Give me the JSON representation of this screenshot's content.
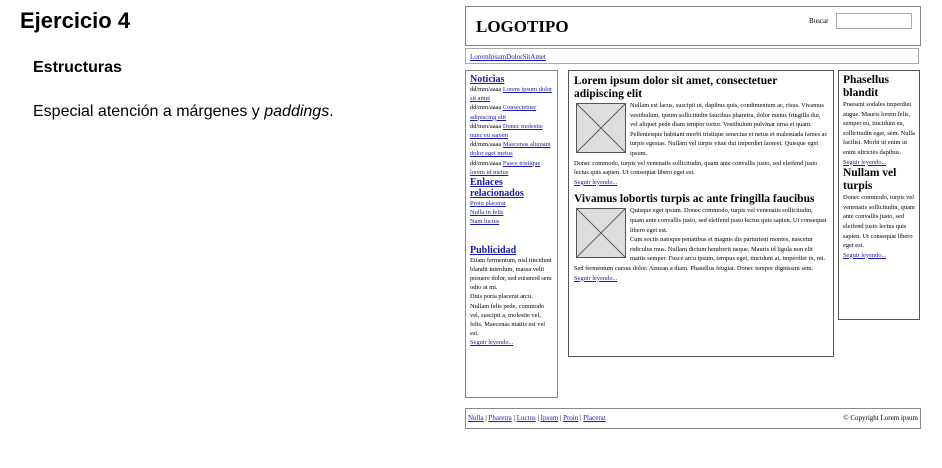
{
  "document": {
    "title": "Ejercicio 4",
    "subtitle": "Estructuras",
    "note_prefix": "Especial atención a márgenes y ",
    "note_emph": "paddings",
    "note_suffix": "."
  },
  "site": {
    "logo": "LOGOTIPO",
    "search": {
      "label": "Buscar",
      "value": ""
    },
    "nav_link": "LoremIpsumDolorSitAmet",
    "sidebar": {
      "news_heading": "Noticias",
      "news": [
        {
          "date": "dd/mm/aaaa",
          "link": "Lorem ipsum dolor sit amet"
        },
        {
          "date": "dd/mm/aaaa",
          "link": "Consectetuer adipiscing elit"
        },
        {
          "date": "dd/mm/aaaa",
          "link": "Donec molestie nunc eu sapien"
        },
        {
          "date": "dd/mm/aaaa",
          "link": "Maecenas aliquam dolor eget metus"
        },
        {
          "date": "dd/mm/aaaa",
          "link": "Fusce tristique lorem id metus"
        }
      ],
      "related_heading": "Enlaces relacionados",
      "related": [
        "Proin placerat",
        "Nulla in felis",
        "Nam luctus"
      ],
      "ad_heading": "Publicidad",
      "ad_text": "Etiam fermentum, nisl tincidunt blandit interdum, massa velit posuere dolor, sed euismod sem odio at mi.",
      "ad_text2": "Duis porta placerat arcu. Nullam felis pede, commodo vel, suscipit a, molestie vel, felis. Maecenas mattis est vel est.",
      "ad_link": "Seguir leyendo..."
    },
    "articles": [
      {
        "title": "Lorem ipsum dolor sit amet, consectetuer adipiscing elit",
        "p1": "Nullam est lacus, suscipit ut, dapibus quis, condimentum ac, risus. Vivamus vestibulum, ipsum sollicitudin faucibus pharetra, dolor metus fringilla dui, vel aliquet pede diam tempor tortor. Vestibulum pulvinar urna et quam. Pellentesque habitant morbi tristique senectus et netus et malesuada fames ac turpis egestas. Nullam vel turpis vitae dui imperdiet laoreet. Quisque eget ipsum.",
        "p2": "Donec commodo, turpis vel venenatis sollicitudin, quam ante convallis justo, sed eleifend justo lectus quis sapien. Ut consequat libero eget est.",
        "link": "Seguir leyendo..."
      },
      {
        "title": "Vivamus lobortis turpis ac ante fringilla faucibus",
        "p1": "Quisque eget ipsum. Donec commodo, turpis vel venenatis sollicitudin, quam ante convallis justo, sed eleifend justo lectus quis sapien. Ut consequat libero eget est.",
        "p2": "Cum sociis natoque penatibus et magnis dis parturient montes, nascetur ridiculus mus. Nullam dictum hendrerit neque. Mauris id ligula non elit mattis semper. Fusce arcu ipsum, tempus eget, tincidunt at, imperdiet in, mi.",
        "p3": "Sed fermentum cursus dolor. Aenean a diam. Phasellus feugiat. Donec tempor dignissim sem.",
        "link": "Seguir leyendo..."
      }
    ],
    "right": {
      "h1": "Phasellus blandit",
      "t1": "Praesent sodales imperdiet augue. Mauris lorem felis, semper eu, tincidunt eu, sollicitudin eget, sem. Nulla facilisi. Morbi ut enim ut enim ultricies dapibus.",
      "l1": "Seguir leyendo...",
      "h2": "Nullam vel turpis",
      "t2": "Donec commodo, turpis vel venenatis sollicitudin, quam ante convallis justo, sed eleifend justo lectus quis sapien. Ut consequat libero eget est.",
      "l2": "Seguir leyendo..."
    },
    "footer": {
      "links": [
        "Nulla",
        "Pharetra",
        "Luctus",
        "Ipsum",
        "Proin",
        "Placerat"
      ],
      "copyright": "© Copyright Lorem ipsum"
    }
  }
}
